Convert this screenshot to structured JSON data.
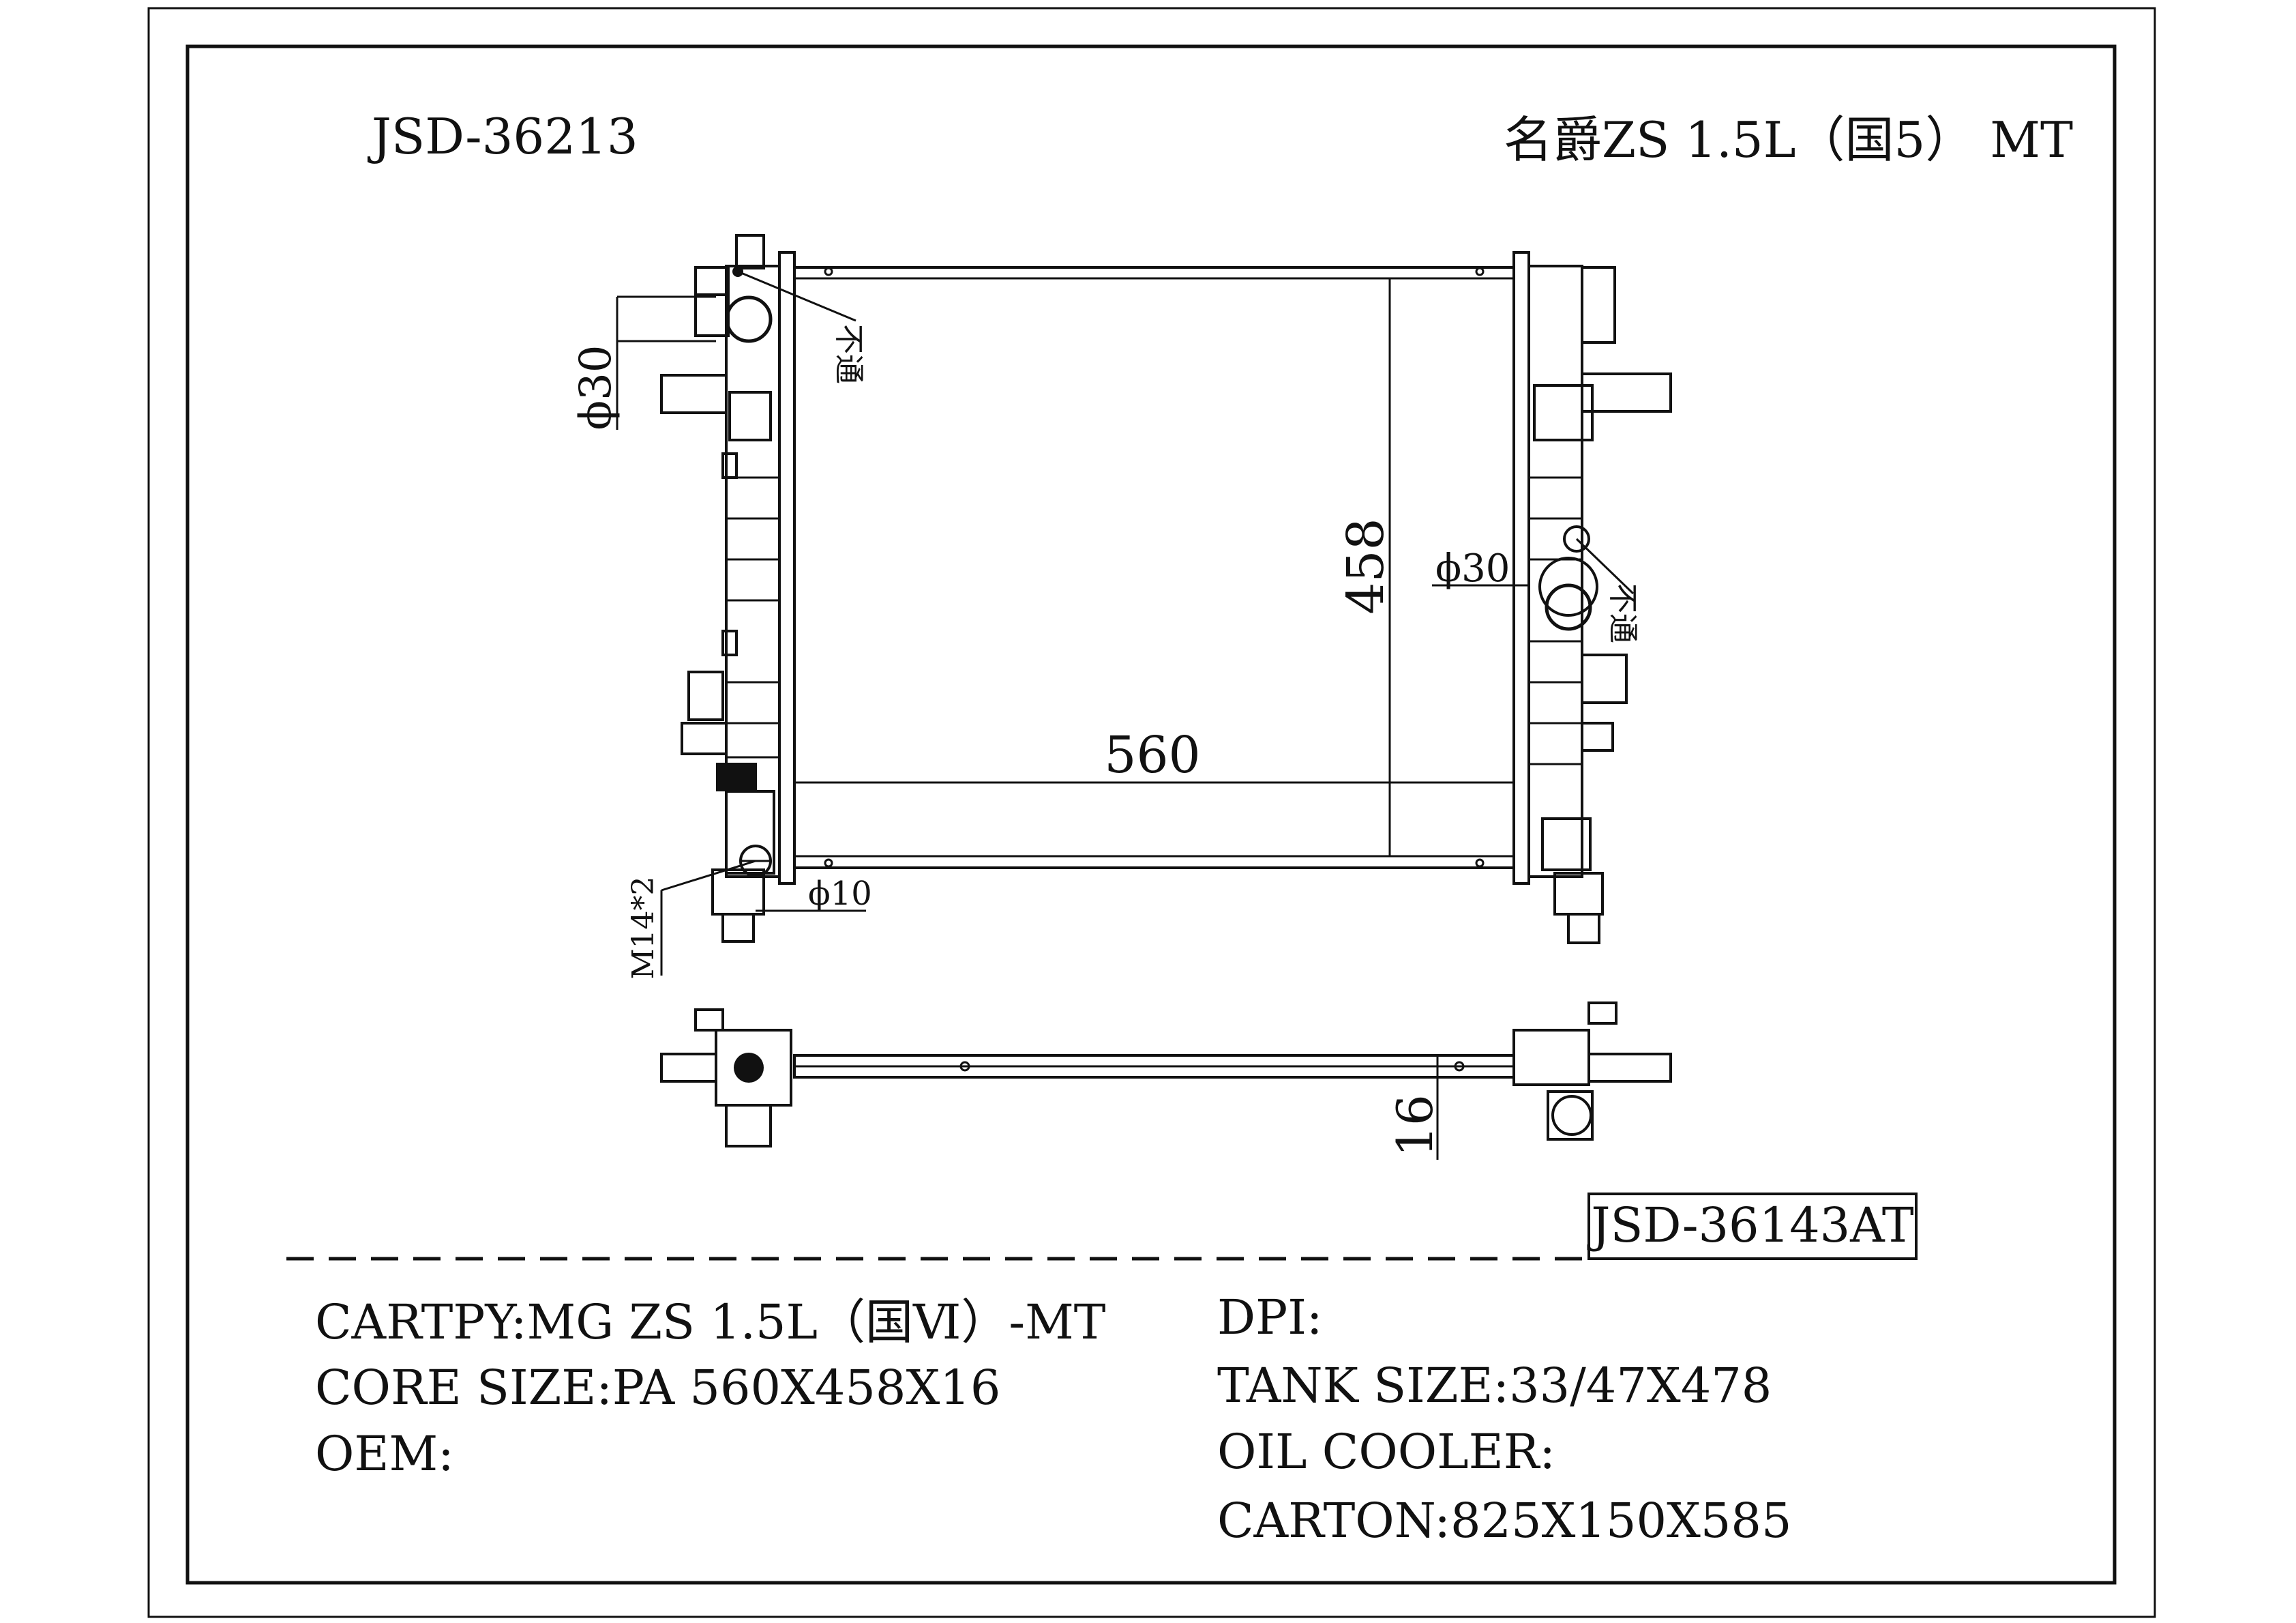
{
  "header": {
    "part_number": "JSD-36213",
    "vehicle_cn": "名爵ZS 1.5L（国5） MT"
  },
  "dimensions": {
    "core_width": "560",
    "core_height": "458",
    "core_thickness": "16",
    "pipe_left_dia": "ϕ30",
    "pipe_right_dia": "ϕ30",
    "drain_dia": "ϕ10",
    "thread": "M14*2",
    "note_left": "不通",
    "note_right": "不通"
  },
  "ref_box": "JSD-36143AT",
  "specs": {
    "cartpy": "CARTPY:MG ZS 1.5L（国Ⅵ）-MT",
    "core_size": "CORE SIZE:PA 560X458X16",
    "oem": "OEM:",
    "dpi": "DPI:",
    "tank_size": "TANK SIZE:33/47X478",
    "oil_cooler": "OIL COOLER:",
    "carton": "CARTON:825X150X585"
  }
}
